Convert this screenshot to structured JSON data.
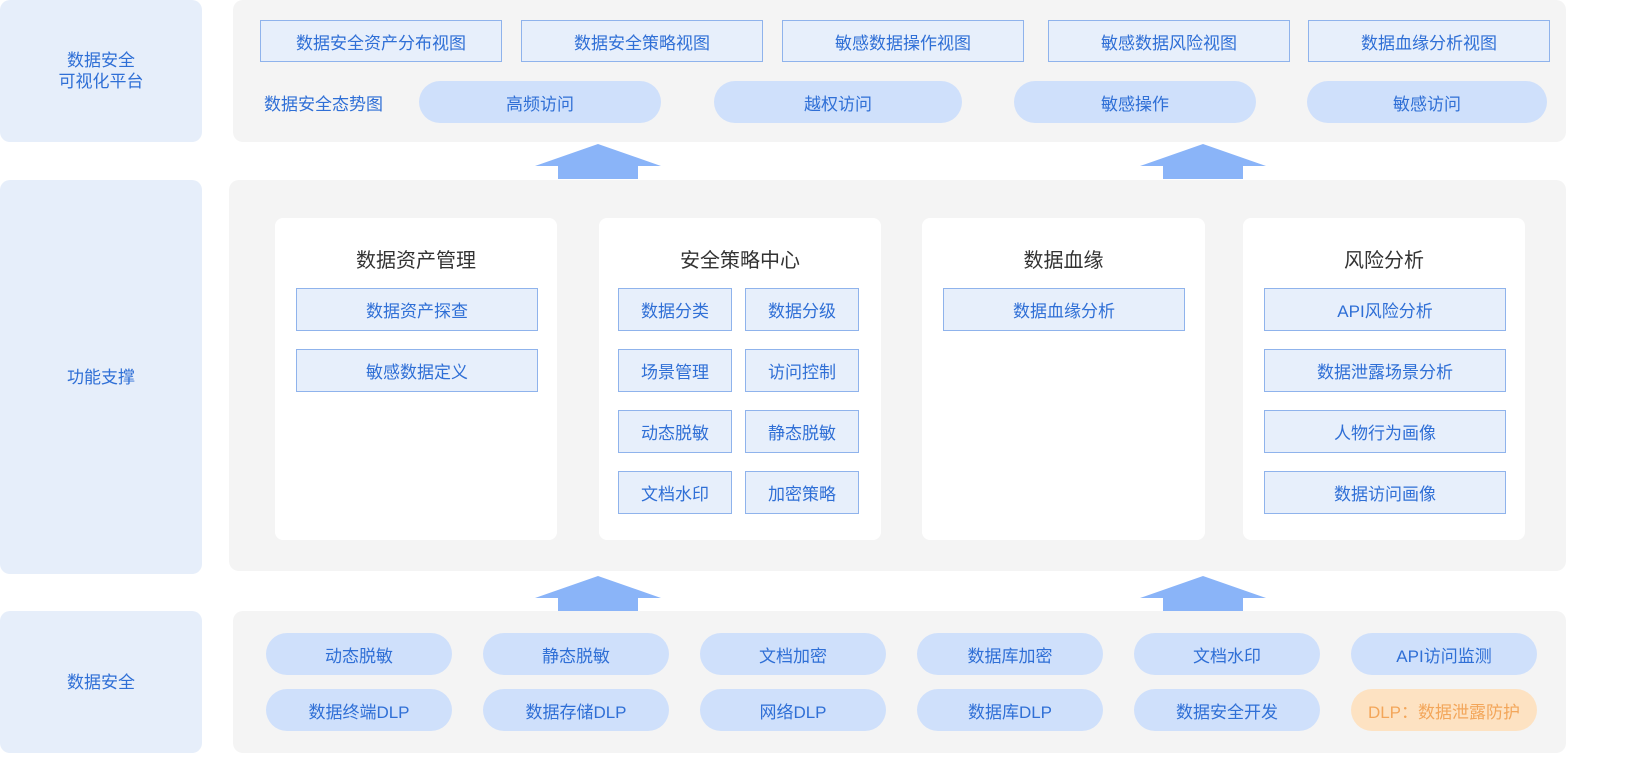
{
  "colors": {
    "accent": "#2f6fd6",
    "pill": "#cfe0fb",
    "panel": "#f4f4f4",
    "side": "#e6eefa",
    "warning": "#fde2c2",
    "arrow": "#8ab4f8"
  },
  "sides": {
    "top": "数据安全\n可视化平台",
    "middle": "功能支撑",
    "bottom": "数据安全"
  },
  "top": {
    "views": [
      "数据安全资产分布视图",
      "数据安全策略视图",
      "敏感数据操作视图",
      "敏感数据风险视图",
      "数据血缘分析视图"
    ],
    "posture_label": "数据安全态势图",
    "posture_items": [
      "高频访问",
      "越权访问",
      "敏感操作",
      "敏感访问"
    ]
  },
  "middle": {
    "cards": [
      {
        "title": "数据资产管理",
        "items": [
          "数据资产探查",
          "敏感数据定义"
        ]
      },
      {
        "title": "安全策略中心",
        "items": [
          "数据分类",
          "数据分级",
          "场景管理",
          "访问控制",
          "动态脱敏",
          "静态脱敏",
          "文档水印",
          "加密策略"
        ]
      },
      {
        "title": "数据血缘",
        "items": [
          "数据血缘分析"
        ]
      },
      {
        "title": "风险分析",
        "items": [
          "API风险分析",
          "数据泄露场景分析",
          "人物行为画像",
          "数据访问画像"
        ]
      }
    ]
  },
  "bottom": {
    "row1": [
      "动态脱敏",
      "静态脱敏",
      "文档加密",
      "数据库加密",
      "文档水印",
      "API访问监测"
    ],
    "row2": [
      "数据终端DLP",
      "数据存储DLP",
      "网络DLP",
      "数据库DLP",
      "数据安全开发",
      "DLP：数据泄露防护"
    ]
  }
}
